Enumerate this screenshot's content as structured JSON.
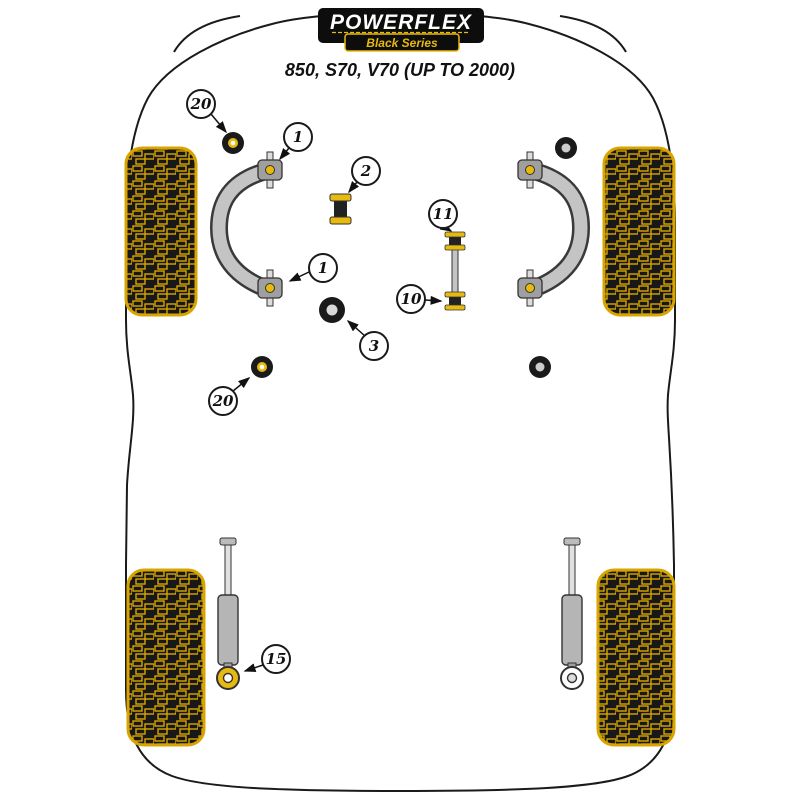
{
  "brand": {
    "logo_text": "POWERFLEX",
    "series_badge": "Black Series"
  },
  "diagram": {
    "title": "850, S70, V70 (UP TO 2000)"
  },
  "colors": {
    "accent_yellow": "#e8b90f",
    "tire_black": "#181818",
    "outline_black": "#1a1a1a",
    "metal_gray": "#c4c4c4"
  },
  "callouts": [
    {
      "id": "20",
      "target": "front-upper-washer-left"
    },
    {
      "id": "1",
      "target": "front-wishbone-upper-bush-left"
    },
    {
      "id": "2",
      "target": "steering-bush"
    },
    {
      "id": "1",
      "target": "front-wishbone-lower-bush-left"
    },
    {
      "id": "11",
      "target": "link-upper-bush"
    },
    {
      "id": "10",
      "target": "link-lower-bush"
    },
    {
      "id": "3",
      "target": "center-bush"
    },
    {
      "id": "20",
      "target": "front-lower-washer-left"
    },
    {
      "id": "15",
      "target": "rear-shock-lower-bush"
    }
  ]
}
